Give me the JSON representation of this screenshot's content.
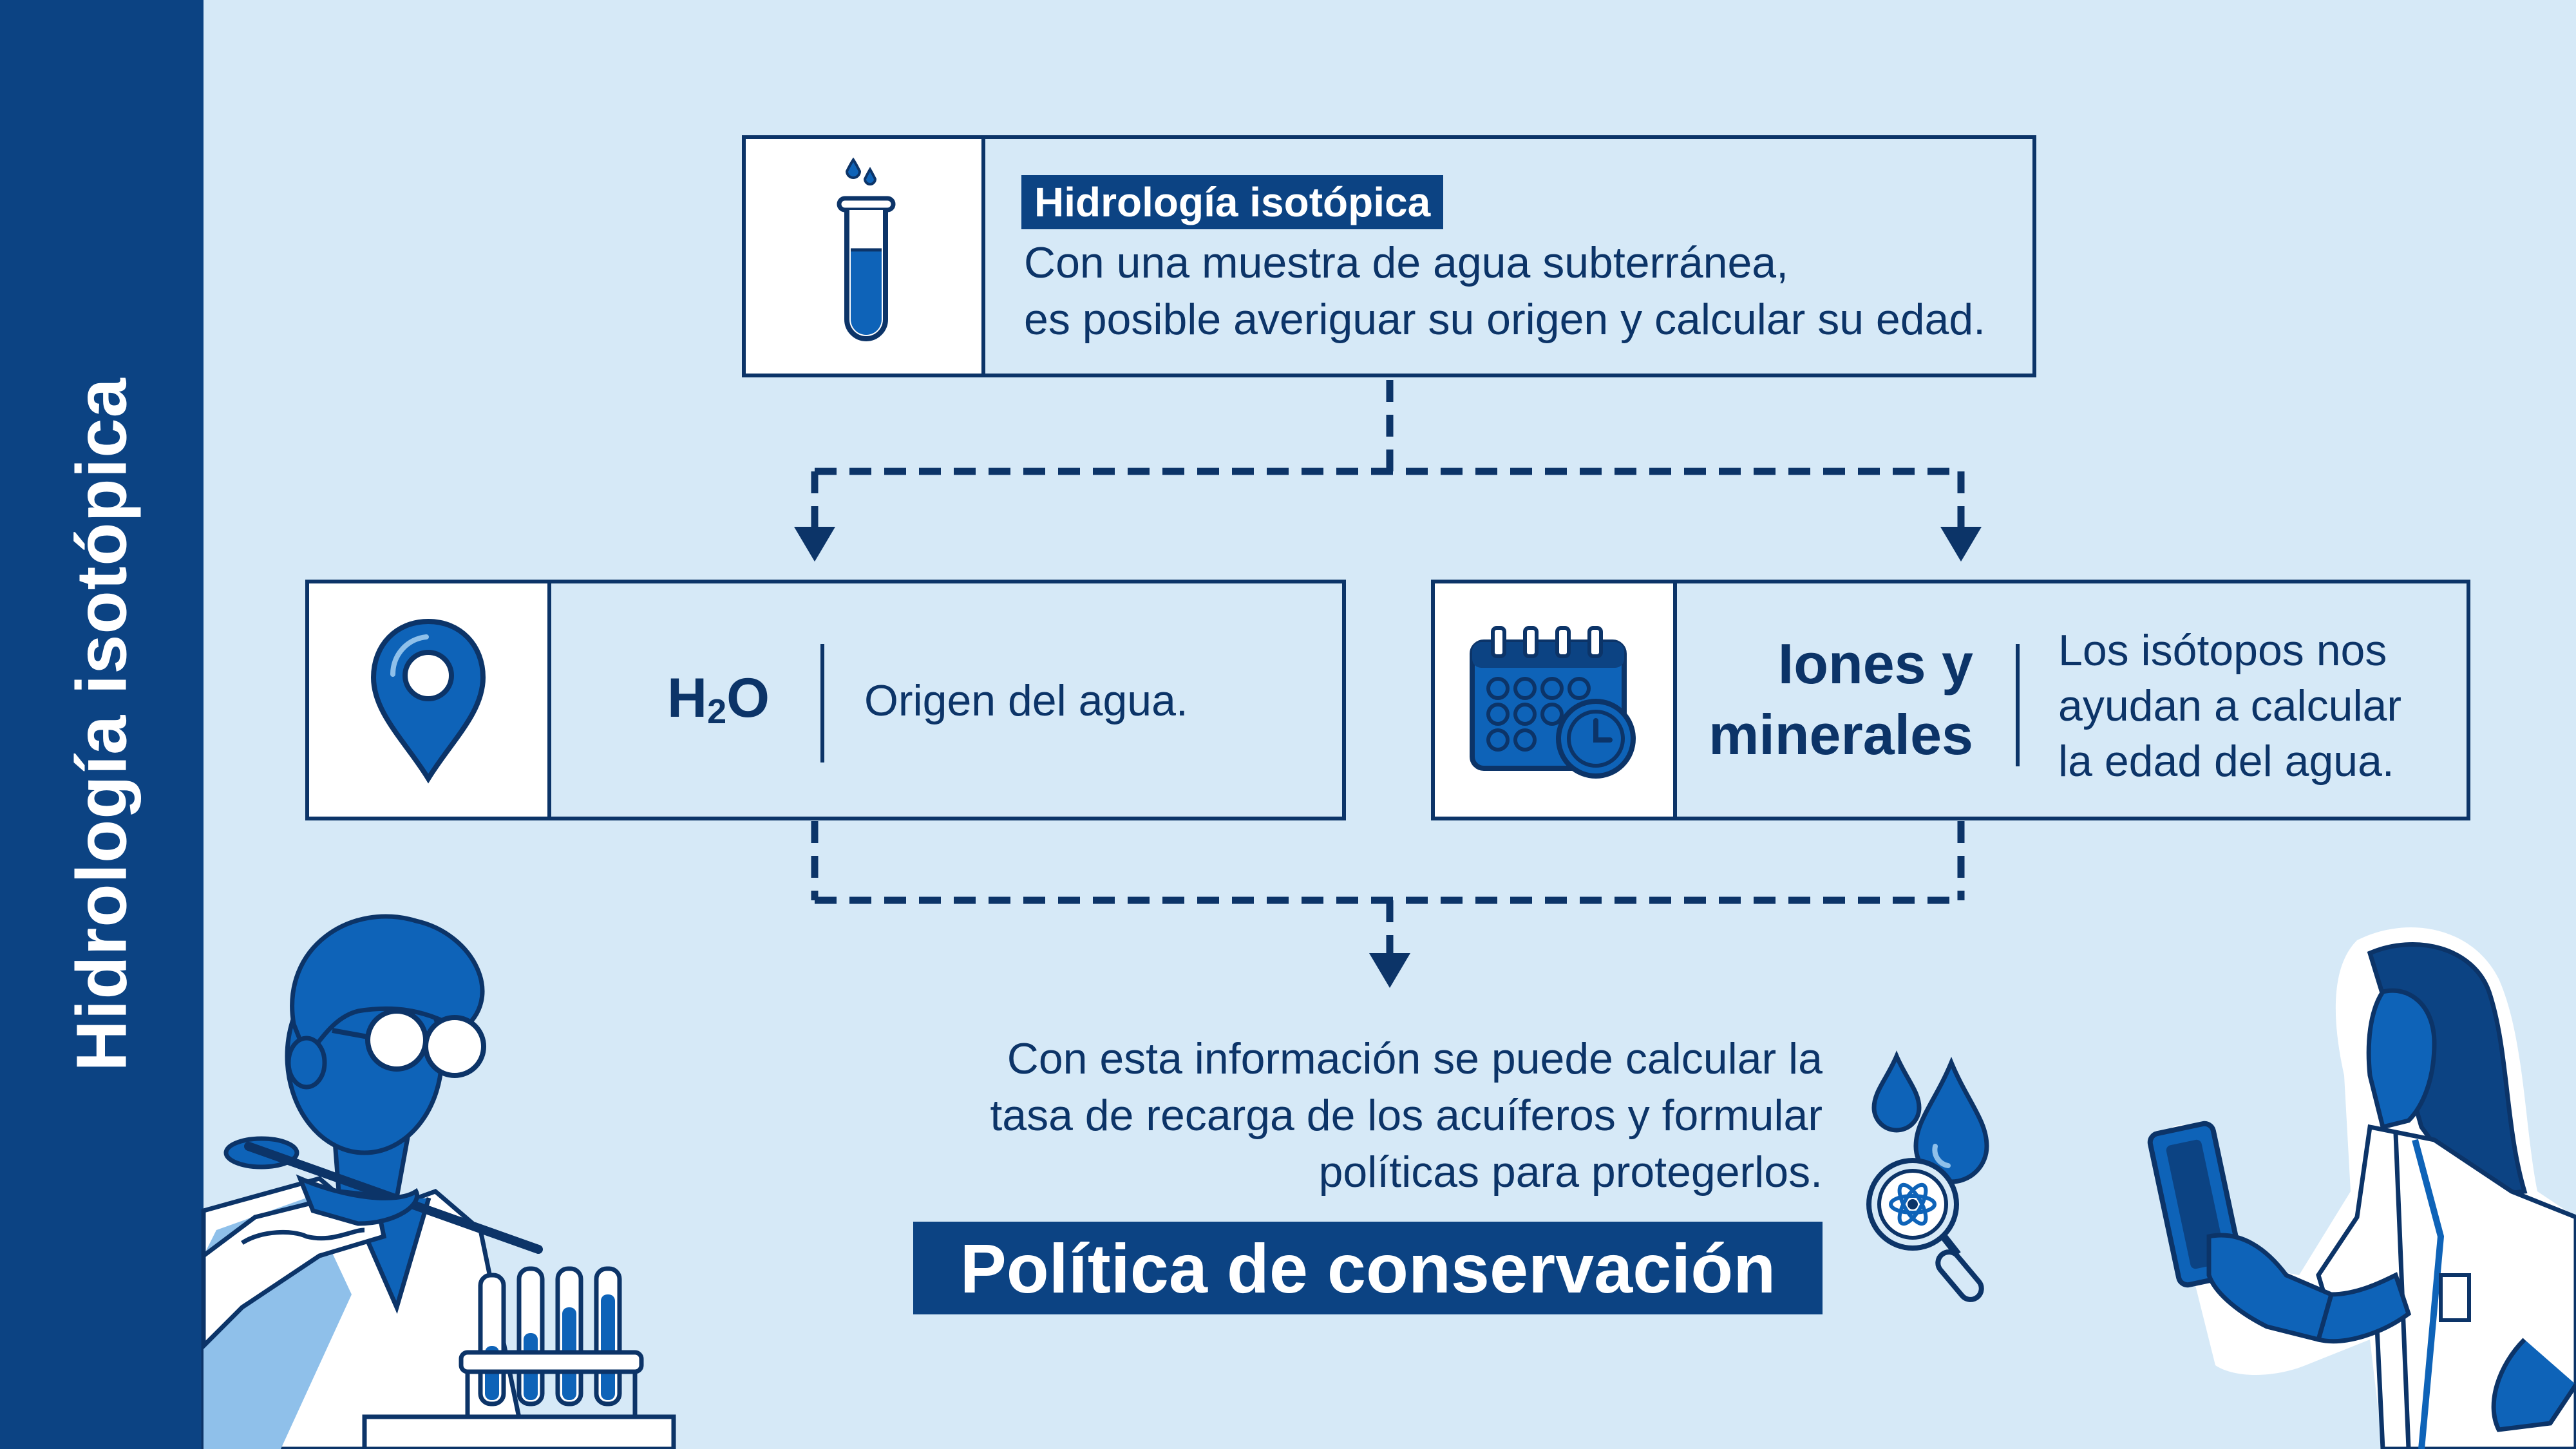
{
  "sidebar": {
    "title": "Hidrología isotópica"
  },
  "top_box": {
    "badge": "Hidrología isotópica",
    "line1": "Con una muestra de agua subterránea,",
    "line2": "es posible averiguar su origen y calcular su edad.",
    "icon": "test-tube-icon"
  },
  "left_box": {
    "heading_main": "H",
    "heading_sub": "2",
    "heading_end": "O",
    "text": "Origen del agua.",
    "icon": "location-pin-icon"
  },
  "right_box": {
    "heading_line1": "Iones y",
    "heading_line2": "minerales",
    "text_line1": "Los isótopos nos",
    "text_line2": "ayudan a calcular",
    "text_line3": "la edad del agua.",
    "icon": "calendar-clock-icon"
  },
  "bottom": {
    "line1": "Con esta información se puede calcular la",
    "line2": "tasa de recarga de los acuíferos y formular",
    "line3": "políticas para protegerlos.",
    "cta": "Política de conservación",
    "icon": "water-drops-magnifier-icon"
  },
  "colors": {
    "background": "#d6e9f7",
    "navy": "#0c4383",
    "line": "#0c3468",
    "blue": "#0e63b8"
  }
}
